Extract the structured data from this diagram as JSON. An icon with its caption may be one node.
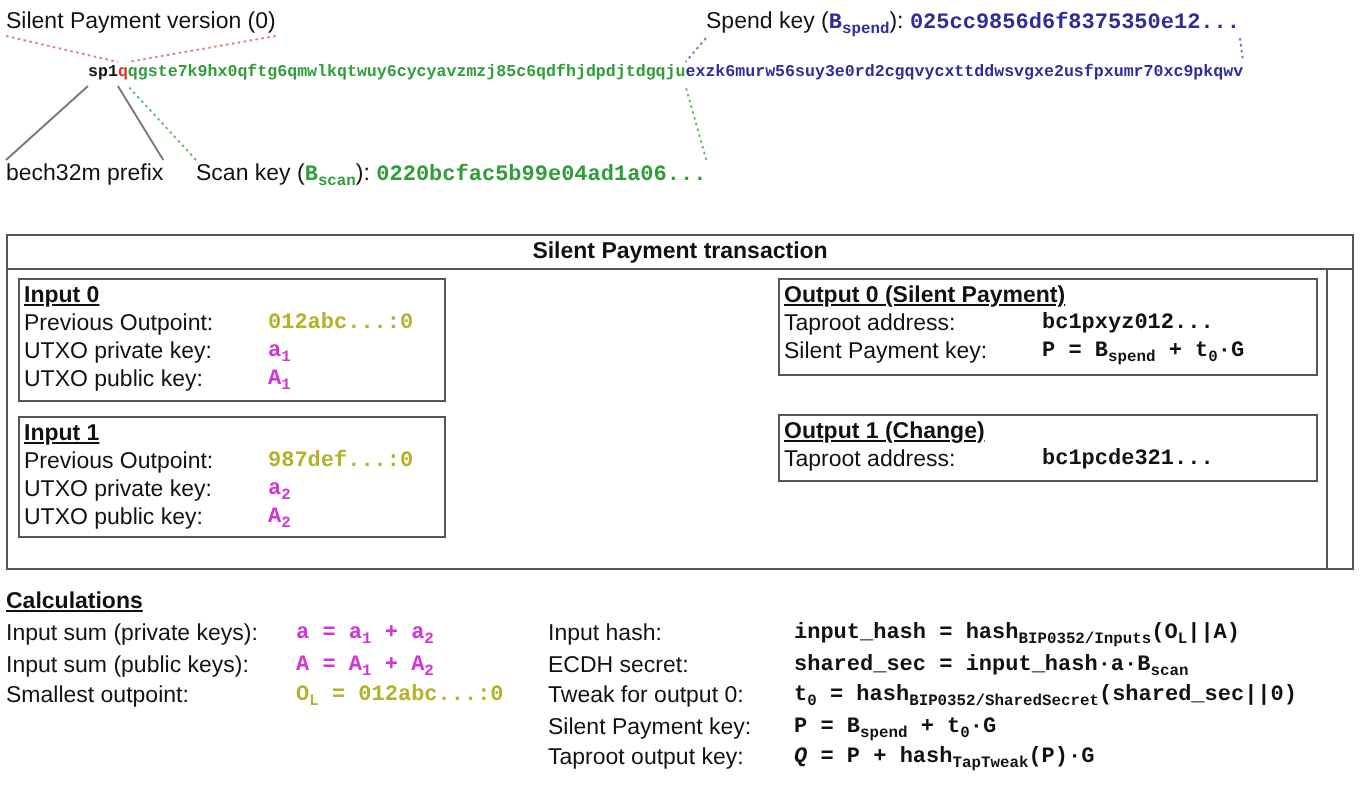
{
  "diagram": {
    "nodes": [
      {
        "text": [
          "Silent Payment version (0)"
        ]
      },
      {
        "text": [
          "Spend key (**B$_{spend}$**): **025cc9856d6f8375350e12...**"
        ]
      },
      {
        "text": [
          "sp1"
        ]
      },
      {
        "text": [
          "q"
        ]
      },
      {
        "text": [
          "qgste7k9hx0qftg6qmwlkqtwuy6cycyavzmzj85c6qdfhjdpdjtdgqju"
        ]
      },
      {
        "text": [
          "exzk6murw56suy3e0rd2cgqvycxttddwsvgxe2usfpxumr70xc9pkqwv"
        ]
      },
      {
        "text": [
          "bech32m prefix"
        ]
      },
      {
        "text": [
          "Scan key (**B$_{scan}$**): **0220bcfac5b99e04ad1a06...**"
        ]
      },
      {
        "text": [
          "Silent Payment transaction"
        ]
      },
      {
        "text": [
          "Input 0",
          "Previous Outpoint:",
          "012abc...:0",
          "UTXO private key:",
          "a$_{1}$",
          "UTXO public key:",
          "A$_{1}$"
        ],
        "in": 8
      },
      {
        "text": [
          "Output 0 (Silent Payment)",
          "Taproot address:",
          "bc1pxyz012...",
          "Silent Payment key:",
          "P = B$_{spend}$ + t$_{0}$·G"
        ],
        "in": 8
      },
      {
        "text": [
          "Input 1",
          "Previous Outpoint:",
          "987def...:0",
          "UTXO private key:",
          "a$_{2}$",
          "UTXO public key:",
          "A$_{2}$"
        ],
        "in": 8
      },
      {
        "text": [
          "Output 1 (Change)",
          "Taproot address:",
          "bc1pcde321..."
        ],
        "in": 8
      }
    ],
    "edges": [
      {
        "from": 0,
        "to": 3,
        "arrow": "none",
        "style": "dashed",
        "color": "#ee7777"
      },
      {
        "from": 0,
        "to": 3,
        "arrow": "none",
        "style": "dashed",
        "color": "#ee7777"
      },
      {
        "from": 1,
        "to": 5,
        "arrow": "none",
        "style": "dashed",
        "color": "#7777cc"
      },
      {
        "from": 1,
        "to": 5,
        "arrow": "none",
        "style": "dashed",
        "color": "#7777cc"
      },
      {
        "from": 6,
        "to": 2,
        "arrow": "none",
        "color": "#777777"
      },
      {
        "from": 6,
        "to": 2,
        "arrow": "none",
        "color": "#777777"
      },
      {
        "from": 7,
        "to": 4,
        "arrow": "none",
        "style": "dashed",
        "color": "#66bb66"
      },
      {
        "from": 7,
        "to": 4,
        "arrow": "none",
        "style": "dashed",
        "color": "#66bb66"
      }
    ],
    "labels": [
      "Calculations",
      "Input sum (private keys):",
      "a = a$_{1}$ + a$_{2}$",
      "Input sum (public keys):",
      "A = A$_{1}$ + A$_{2}$",
      "Smallest outpoint:",
      "O$_{L}$ = 012abc...:0",
      "Input hash:",
      "input_hash = hash$_{BIP0352/Inputs}$(O$_{L}$||A)",
      "ECDH secret:",
      "shared_sec = input_hash·a·B$_{scan}$",
      "Tweak for output 0:",
      "t$_{0}$ = hash$_{BIP0352/SharedSecret}$(shared_sec||0)",
      "Silent Payment key:",
      "P = B$_{spend}$ + t$_{0}$·G",
      "Taproot output key:",
      "*Q* = P + hash$_{TapTweak}$(P)·G"
    ]
  }
}
